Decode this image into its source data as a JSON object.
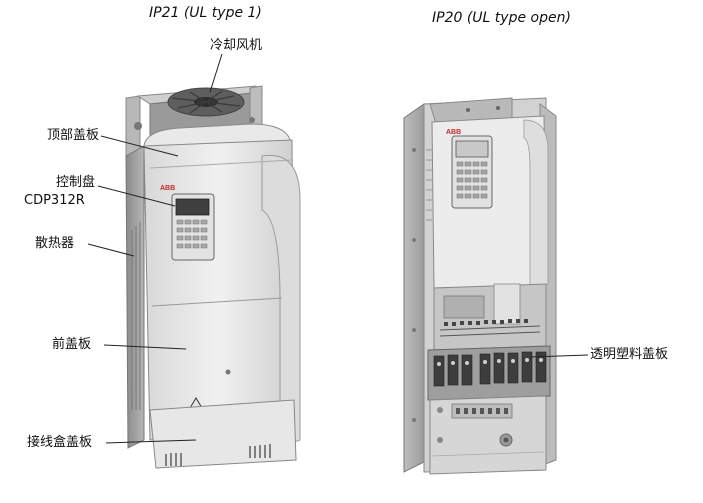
{
  "titles": {
    "left": "IP21 (UL type 1)",
    "right": "IP20 (UL type open)"
  },
  "labels": {
    "cooling_fan": "冷却风机",
    "top_cover": "顶部盖板",
    "control_panel_line1": "控制盘",
    "control_panel_line2": "CDP312R",
    "heatsink": "散热器",
    "front_cover": "前盖板",
    "terminal_box_cover": "接线盒盖板",
    "transparent_plastic_cover": "透明塑料盖板"
  },
  "logos": {
    "left_drive": "ABB",
    "right_drive": "ABB"
  }
}
